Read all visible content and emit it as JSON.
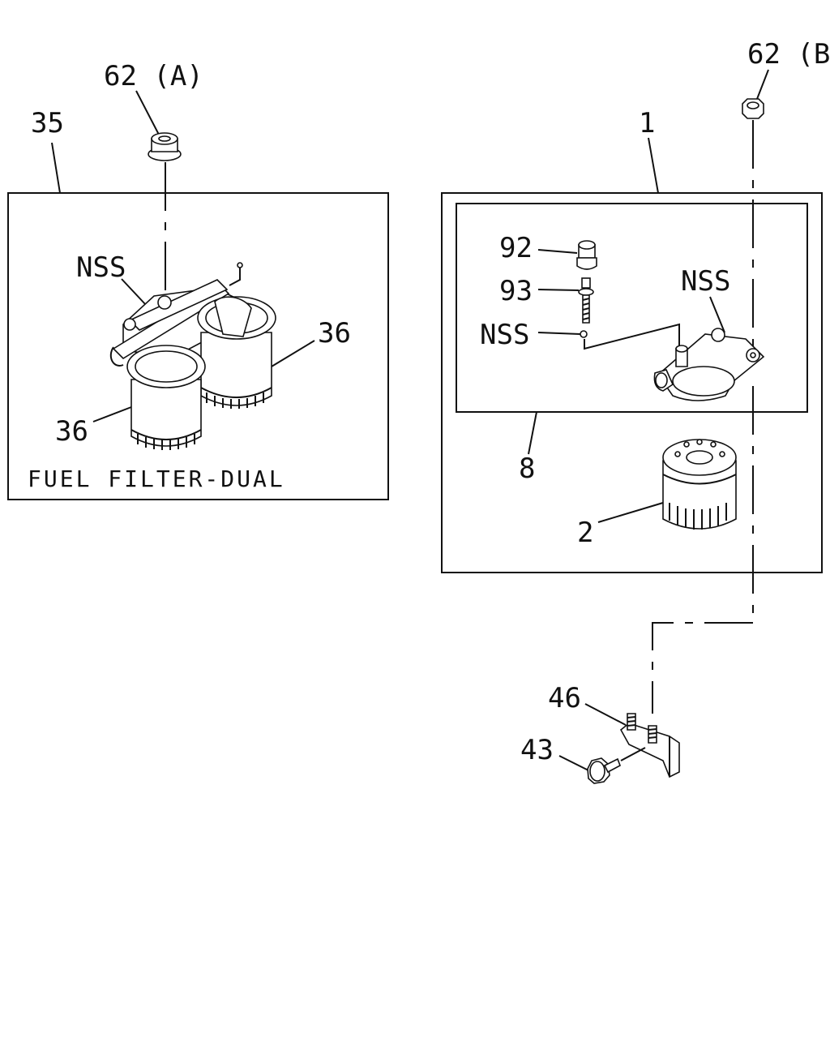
{
  "callouts": {
    "c62a": "62 (A)",
    "c35": "35",
    "cnss_left": "NSS",
    "c36_right": "36",
    "c36_left": "36",
    "caption_left": "FUEL FILTER-DUAL",
    "c62b": "62 (B)",
    "c1": "1",
    "c92": "92",
    "c93": "93",
    "cnss_mid": "NSS",
    "cnss_right": "NSS",
    "c8": "8",
    "c2": "2",
    "c46": "46",
    "c43": "43"
  },
  "parts": [
    {
      "ref": "62 (A)",
      "icon": "flange-nut-icon"
    },
    {
      "ref": "35",
      "icon": "dual-fuel-filter-icon"
    },
    {
      "ref": "36",
      "icon": "filter-cartridge-icon"
    },
    {
      "ref": "62 (B)",
      "icon": "nut-icon"
    },
    {
      "ref": "1",
      "icon": "filter-assembly-icon"
    },
    {
      "ref": "8",
      "icon": "filter-head-icon"
    },
    {
      "ref": "92",
      "icon": "cap-icon"
    },
    {
      "ref": "93",
      "icon": "bleeder-screw-icon"
    },
    {
      "ref": "2",
      "icon": "spin-on-filter-icon"
    },
    {
      "ref": "46",
      "icon": "bracket-icon"
    },
    {
      "ref": "43",
      "icon": "bolt-icon"
    }
  ],
  "colors": {
    "line": "#111111",
    "background": "#ffffff"
  }
}
